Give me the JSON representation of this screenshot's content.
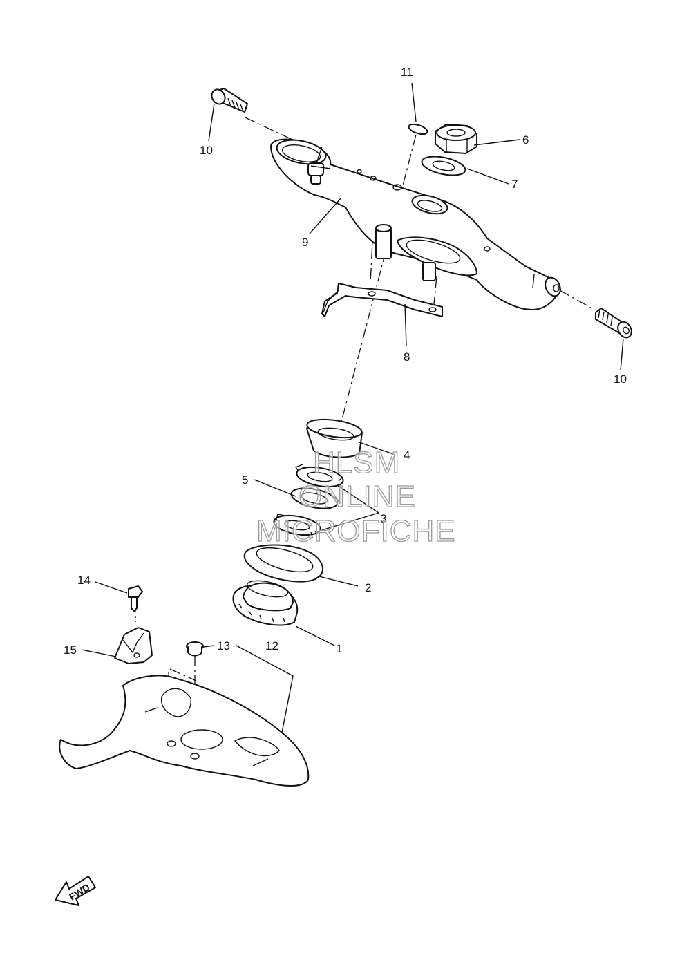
{
  "diagram": {
    "callouts": [
      "1",
      "2",
      "3",
      "4",
      "5",
      "6",
      "7",
      "8",
      "9",
      "10",
      "10",
      "11",
      "12",
      "13",
      "14",
      "15"
    ]
  },
  "watermark": {
    "line1": "HLSM",
    "line2": "ONLINE",
    "line3": "MICROFICHE"
  },
  "fwd_label": "FWD",
  "colors": {
    "line": "#111111",
    "background": "#ffffff",
    "watermark_outline": "#9a9a9a"
  }
}
